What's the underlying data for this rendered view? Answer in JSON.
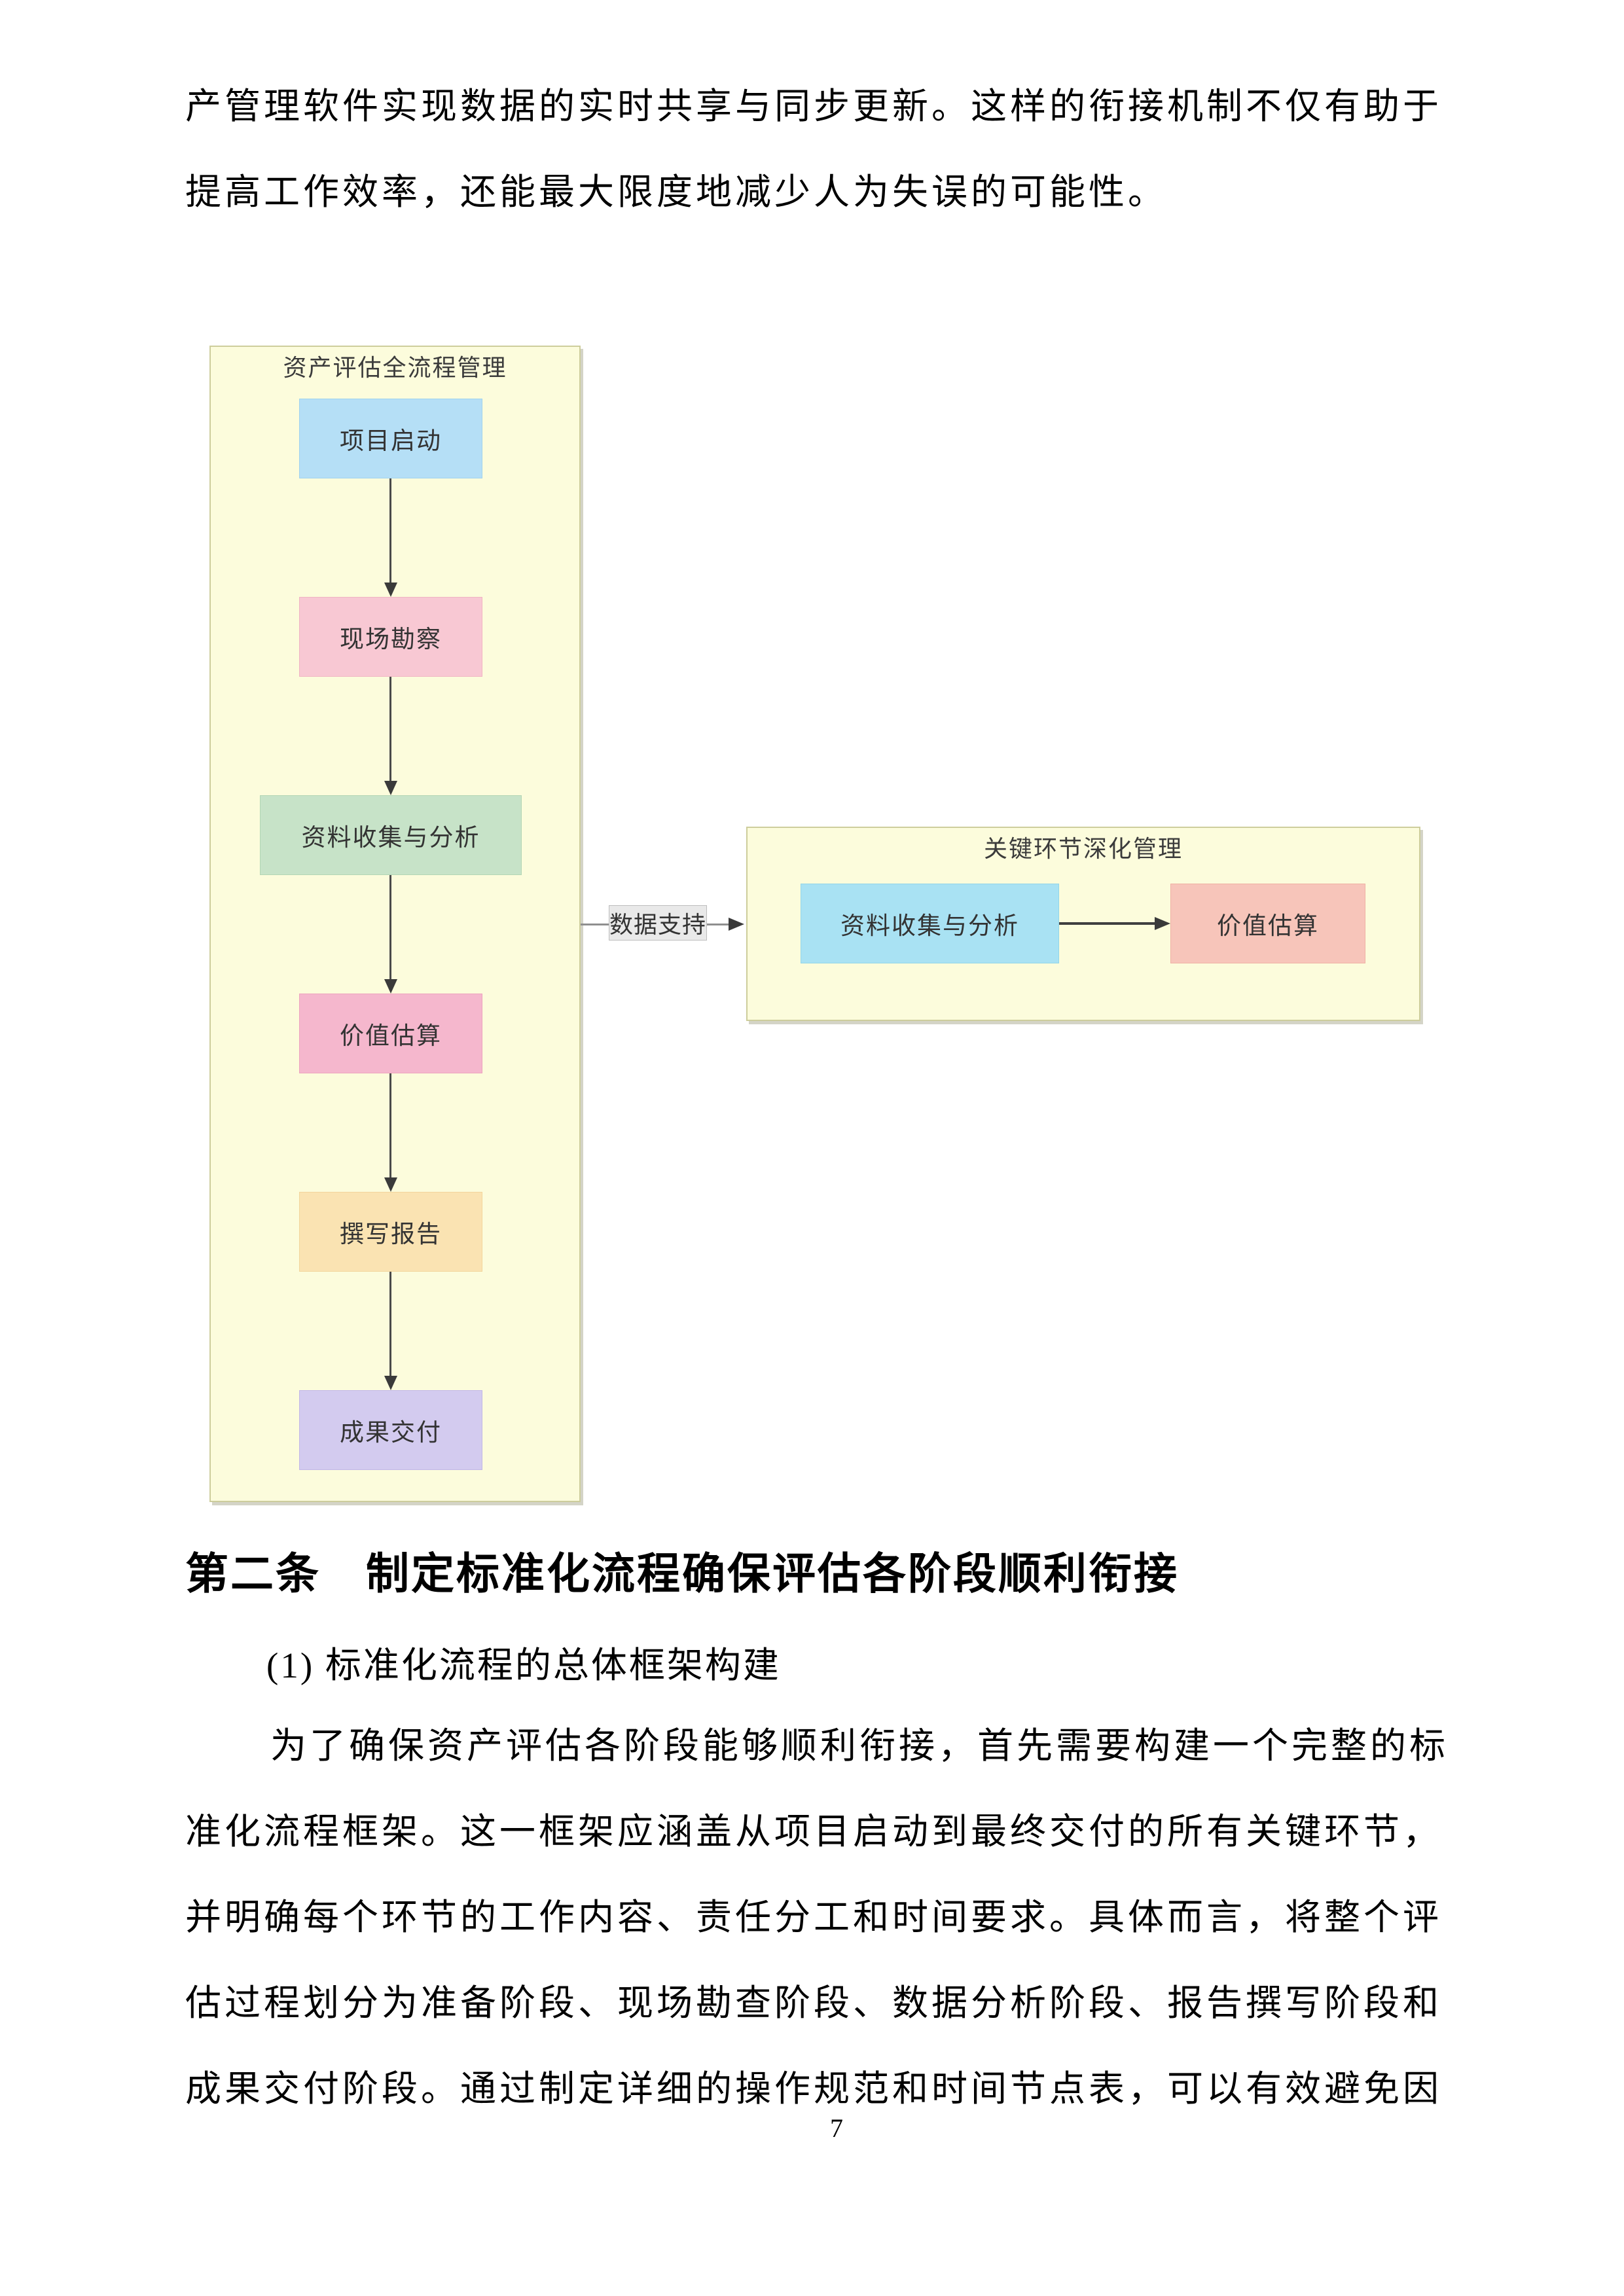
{
  "page": {
    "number": "7",
    "background": "#ffffff"
  },
  "top_paragraph": {
    "line1": "产管理软件实现数据的实时共享与同步更新。这样的衔接机制不仅有助于",
    "line2": "提高工作效率，还能最大限度地减少人为失误的可能性。"
  },
  "diagram": {
    "left_panel": {
      "title": "资产评估全流程管理",
      "fill": "#fcfcdc",
      "border": "#cdcd9c",
      "steps": [
        {
          "label": "项目启动",
          "fill": "#b5dff6",
          "border": "#a0d2ee"
        },
        {
          "label": "现场勘察",
          "fill": "#f8c8d3",
          "border": "#f0b4c3"
        },
        {
          "label": "资料收集与分析",
          "fill": "#c7e3c8",
          "border": "#b3d6b5"
        },
        {
          "label": "价值估算",
          "fill": "#f5b7cd",
          "border": "#eda4bf"
        },
        {
          "label": "撰写报告",
          "fill": "#fae3b2",
          "border": "#f2d59c"
        },
        {
          "label": "成果交付",
          "fill": "#d3cbef",
          "border": "#c2b8e6"
        }
      ]
    },
    "connector": {
      "label": "数据支持",
      "fill": "#e9e9e9",
      "border": "#bdbdbd"
    },
    "right_panel": {
      "title": "关键环节深化管理",
      "fill": "#fcfcdc",
      "border": "#cdcd9c",
      "steps": [
        {
          "label": "资料收集与分析",
          "fill": "#a9e2f3",
          "border": "#93d5e9"
        },
        {
          "label": "价值估算",
          "fill": "#f7c5ba",
          "border": "#efb2a5"
        }
      ]
    }
  },
  "section": {
    "heading": "第二条　制定标准化流程确保评估各阶段顺利衔接",
    "subheading": "(1) 标准化流程的总体框架构建",
    "body_lines": [
      "为了确保资产评估各阶段能够顺利衔接，首先需要构建一个完整的标",
      "准化流程框架。这一框架应涵盖从项目启动到最终交付的所有关键环节，",
      "并明确每个环节的工作内容、责任分工和时间要求。具体而言，将整个评",
      "估过程划分为准备阶段、现场勘查阶段、数据分析阶段、报告撰写阶段和",
      "成果交付阶段。通过制定详细的操作规范和时间节点表，可以有效避免因"
    ]
  }
}
